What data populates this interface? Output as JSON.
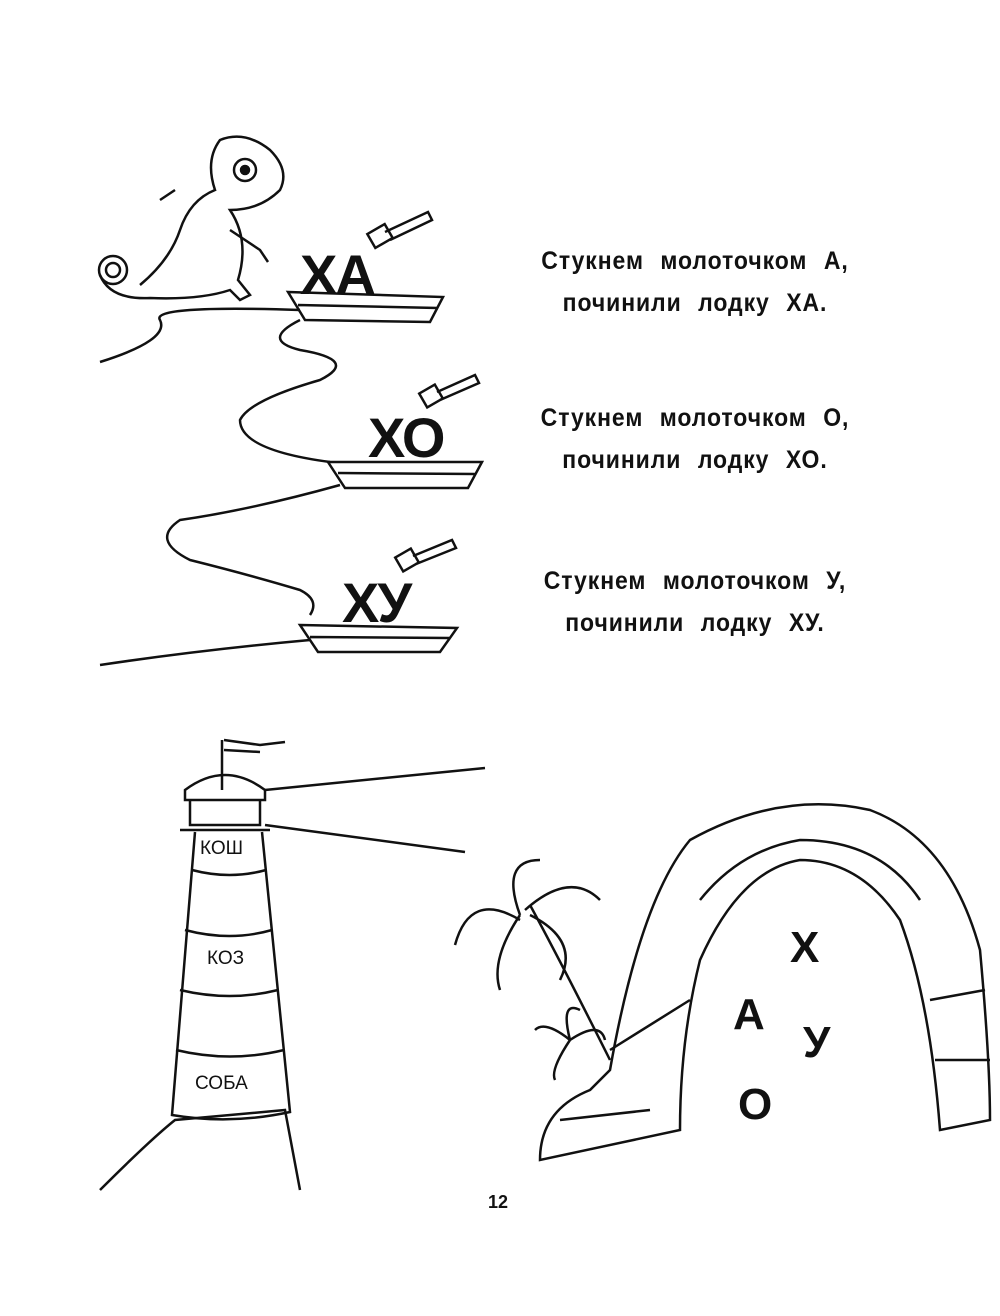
{
  "verses": [
    {
      "line1": "Стукнем молоточком А,",
      "line2": "починили лодку ХА."
    },
    {
      "line1": "Стукнем молоточком О,",
      "line2": "починили лодку ХО."
    },
    {
      "line1": "Стукнем молоточком У,",
      "line2": "починили лодку ХУ."
    }
  ],
  "boats": [
    "ХА",
    "ХО",
    "ХУ"
  ],
  "lighthouse_words": [
    "КОШ",
    "КОЗ",
    "СОБА"
  ],
  "arch_letters": [
    "Х",
    "А",
    "У",
    "О"
  ],
  "page_number": "12"
}
